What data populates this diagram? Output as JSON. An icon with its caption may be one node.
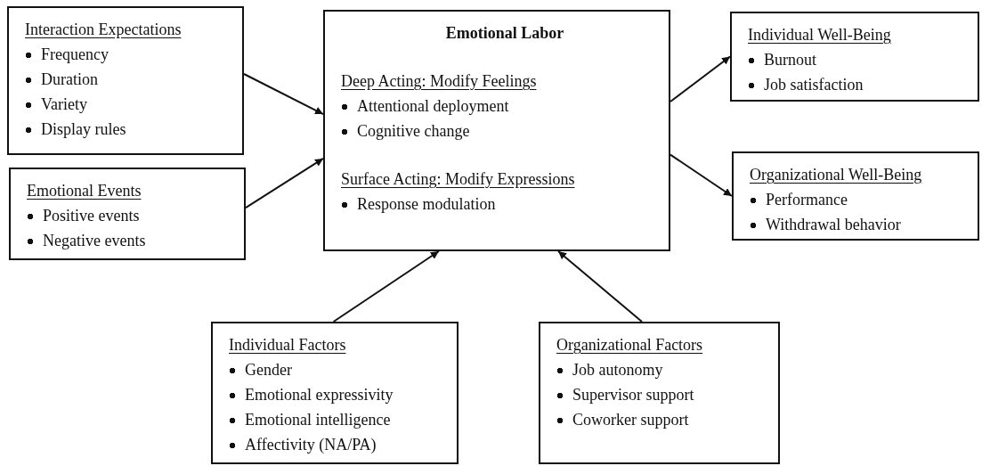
{
  "diagram": {
    "nodes": [
      {
        "text": [
          "Interaction Expectations",
          "Frequency",
          "Duration",
          "Variety",
          "Display rules"
        ]
      },
      {
        "text": [
          "Emotional Events",
          "Positive events",
          "Negative events"
        ]
      },
      {
        "text": [
          "Emotional Labor",
          "Deep Acting: Modify Feelings",
          "Attentional deployment",
          "Cognitive change",
          "Surface Acting: Modify Expressions",
          "Response modulation"
        ]
      },
      {
        "text": [
          "Individual Well-Being",
          "Burnout",
          "Job satisfaction"
        ]
      },
      {
        "text": [
          "Organizational Well-Being",
          "Performance",
          "Withdrawal behavior"
        ]
      },
      {
        "text": [
          "Individual Factors",
          "Gender",
          "Emotional expressivity",
          "Emotional intelligence",
          "Affectivity (NA/PA)"
        ]
      },
      {
        "text": [
          "Organizational Factors",
          "Job autonomy",
          "Supervisor support",
          "Coworker support"
        ]
      }
    ],
    "edges": [
      {
        "from": 0,
        "to": 2,
        "arrow": "to"
      },
      {
        "from": 1,
        "to": 2,
        "arrow": "to"
      },
      {
        "from": 2,
        "to": 3,
        "arrow": "to"
      },
      {
        "from": 2,
        "to": 4,
        "arrow": "to"
      },
      {
        "from": 5,
        "to": 2,
        "arrow": "to"
      },
      {
        "from": 6,
        "to": 2,
        "arrow": "to"
      }
    ]
  }
}
